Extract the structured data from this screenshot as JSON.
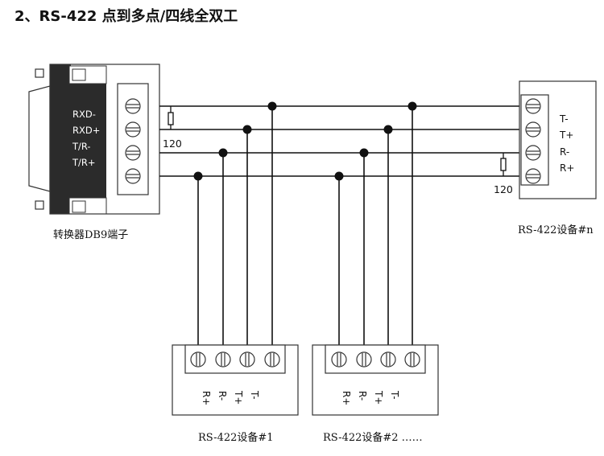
{
  "title": "2、RS-422 点到多点/四线全双工",
  "converter": {
    "caption": "转换器DB9端子",
    "pins": [
      "RXD-",
      "RXD+",
      "T/R-",
      "T/R+"
    ]
  },
  "device_n": {
    "caption": "RS-422设备#n",
    "pins": [
      "T-",
      "T+",
      "R-",
      "R+"
    ]
  },
  "device_1": {
    "caption": "RS-422设备#1",
    "pins": [
      "R+",
      "R-",
      "T+",
      "T-"
    ]
  },
  "device_2": {
    "caption": "RS-422设备#2 ……",
    "pins": [
      "R+",
      "R-",
      "T+",
      "T-"
    ]
  },
  "resistors": {
    "left_label": "120",
    "right_label": "120"
  }
}
